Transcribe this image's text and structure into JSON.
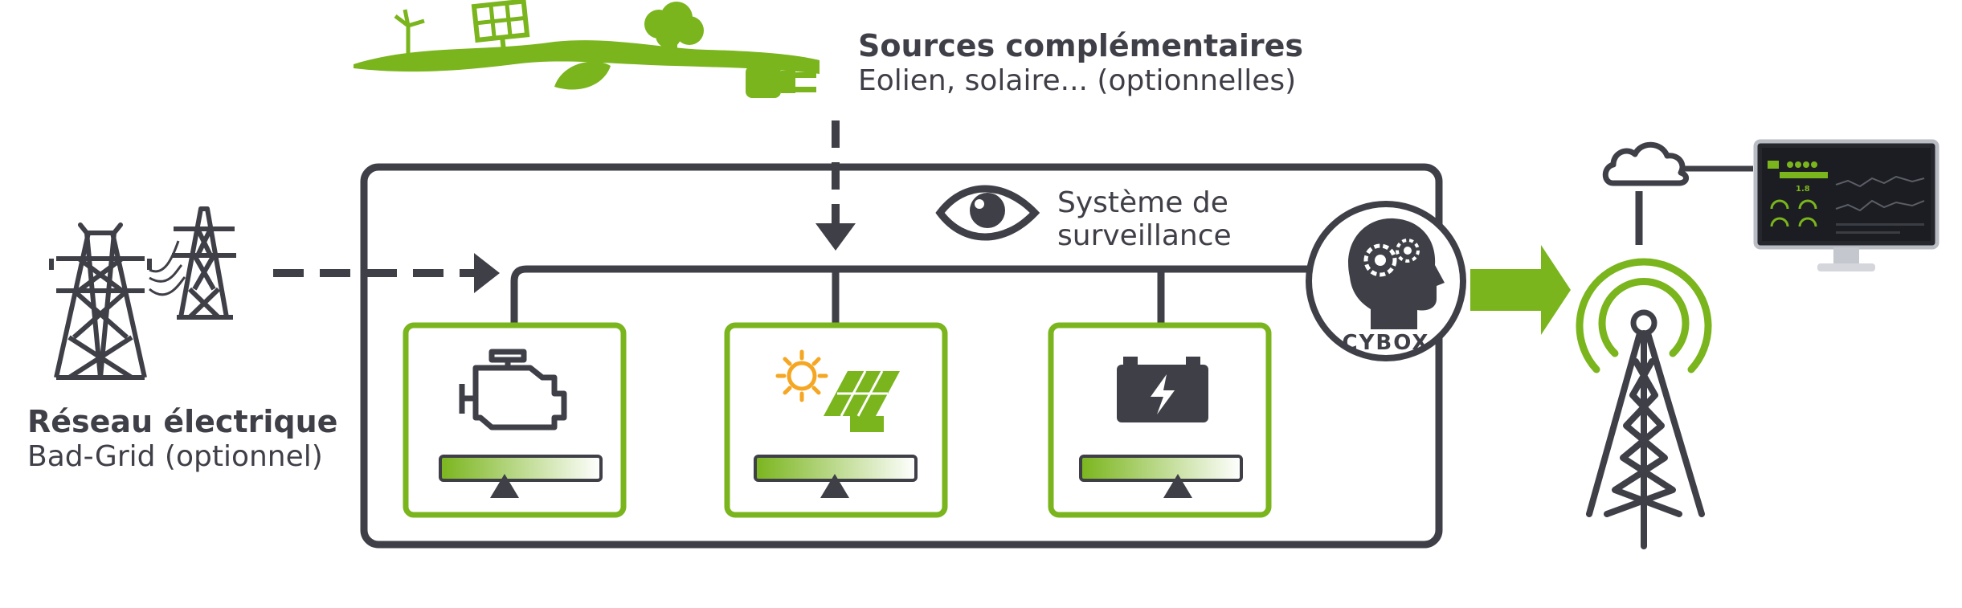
{
  "sources": {
    "title": "Sources complémentaires",
    "subtitle": "Eolien, solaire... (optionnelles)"
  },
  "grid": {
    "title": "Réseau électrique",
    "subtitle": "Bad-Grid (optionnel)"
  },
  "monitoring": {
    "line1": "Système de",
    "line2": "surveillance"
  },
  "cybox": {
    "label": "CYBOX"
  },
  "monitor_screen": {
    "reading": "1.8"
  },
  "colors": {
    "dark": "#3f3f48",
    "green": "#7ab51d",
    "orange": "#f5a623"
  },
  "icons": [
    "electric-pylon-icon",
    "green-energy-landscape-icon",
    "eye-icon",
    "engine-icon",
    "solar-panel-icon",
    "sun-icon",
    "battery-icon",
    "brain-gears-icon",
    "cloud-icon",
    "monitor-icon",
    "antenna-tower-icon"
  ]
}
